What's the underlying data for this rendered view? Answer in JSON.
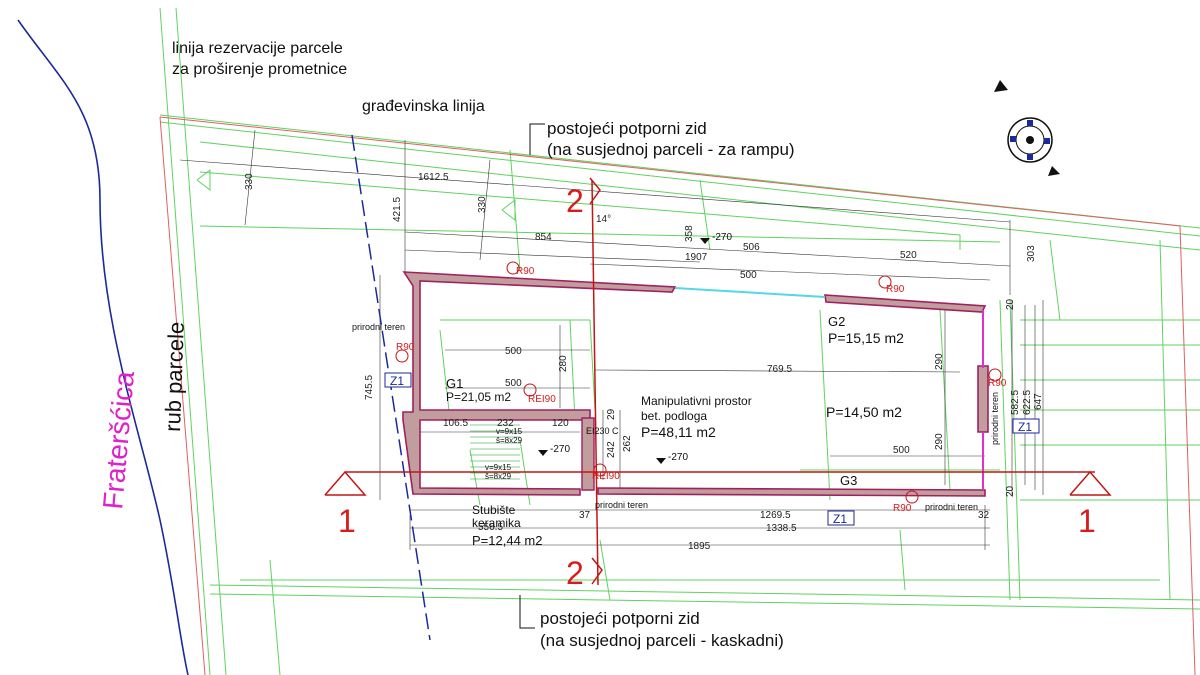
{
  "street_name": "Frateršćica",
  "parcel_edge": "rub parcele",
  "reservation_line": [
    "linija rezervacije parcele",
    "za proširenje prometnice"
  ],
  "building_line": "građevinska linija",
  "retaining_wall_top": [
    "postojeći potporni zid",
    "(na susjednoj parceli - za rampu)"
  ],
  "retaining_wall_bottom": [
    "postojeći potporni zid",
    "(na susjednoj parceli - kaskadni)"
  ],
  "section_1": "1",
  "section_2": "2",
  "angle": "14°",
  "rooms": {
    "g1": {
      "name": "G1",
      "area": "P=21,05 m2"
    },
    "g2": {
      "name": "G2",
      "area": "P=15,15 m2"
    },
    "g3": {
      "name": "G3"
    },
    "g3_area": "P=14,50 m2",
    "main": {
      "line1": "Manipulativni prostor",
      "line2": "bet. podloga",
      "area": "P=48,11 m2"
    },
    "stair": {
      "line1": "Stubište",
      "line2": "keramika",
      "area": "P=12,44 m2"
    }
  },
  "terrain": "prirodni teren",
  "fire": {
    "r90": "R90",
    "rei90": "REI90",
    "ei230": "EI230 C"
  },
  "wall_type": "Z1",
  "levels": {
    "a": "-270"
  },
  "stairs": {
    "v": "v=9x15",
    "s": "š=8x29"
  },
  "dims": {
    "d1612": "1612.5",
    "d330": "330",
    "d421": "421.5",
    "d854": "854",
    "d358": "358",
    "d506": "506",
    "d1907": "1907",
    "d500": "500",
    "d520": "520",
    "d303": "303",
    "d745": "745.5",
    "d280": "280",
    "d769": "769.5",
    "d290": "290",
    "d106": "106.5",
    "d232": "232",
    "d120": "120",
    "d242": "242",
    "d262": "262",
    "d20": "20",
    "d29": "29",
    "d5825": "582.5",
    "d6225": "622.5",
    "d647": "647",
    "d37": "37",
    "d1269": "1269.5",
    "d32": "32",
    "d5565": "556.5",
    "d1338": "1338.5",
    "d1895": "1895"
  }
}
